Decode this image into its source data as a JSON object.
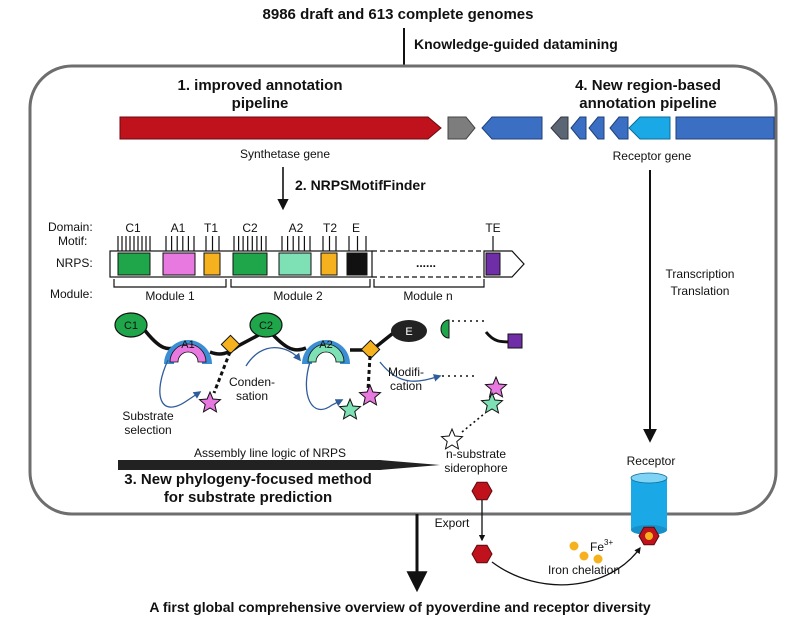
{
  "header": {
    "genomes": "8986 draft and 613 complete genomes",
    "datamining": "Knowledge-guided datamining"
  },
  "steps": {
    "s1_line1": "1. improved annotation",
    "s1_line2": "pipeline",
    "s2": "2. NRPSMotifFinder",
    "s3_line1": "3. New phylogeny-focused method",
    "s3_line2": "for substrate prediction",
    "s4_line1": "4. New region-based",
    "s4_line2": "annotation pipeline"
  },
  "genes": {
    "synthetase": "Synthetase gene",
    "receptor": "Receptor gene"
  },
  "nrps_rows": {
    "domain": "Domain:",
    "motif": "Motif:",
    "nrps": "NRPS:",
    "module": "Module:"
  },
  "domains": {
    "c1": "C1",
    "a1": "A1",
    "t1": "T1",
    "c2": "C2",
    "a2": "A2",
    "t2": "T2",
    "e": "E",
    "te": "TE",
    "dots": "......"
  },
  "modules": {
    "m1": "Module 1",
    "m2": "Module 2",
    "mn": "Module n"
  },
  "assembly": {
    "c1": "C1",
    "a1": "A1",
    "c2": "C2",
    "a2": "A2",
    "e": "E",
    "condensation_1": "Conden-",
    "condensation_2": "sation",
    "modification_1": "Modifi-",
    "modification_2": "cation",
    "substrate_1": "Substrate",
    "substrate_2": "selection",
    "logic": "Assembly line logic of NRPS",
    "siderophore_1": "n-substrate",
    "siderophore_2": "siderophore"
  },
  "right_side": {
    "transcription": "Transcription",
    "translation": "Translation",
    "receptor": "Receptor"
  },
  "bottom": {
    "export": "Export",
    "fe_base": "Fe",
    "fe_sup": "3+",
    "iron": "Iron chelation",
    "overview": "A first global comprehensive overview of pyoverdine and receptor diversity"
  },
  "colors": {
    "red_gene": "#c0121c",
    "blue_gene": "#3b6fc4",
    "light_blue_gene": "#1aa8e6",
    "grey_gene": "#7d7d7d",
    "c_domain_green": "#1fa64a",
    "a_domain_pink": "#e879e0",
    "t_domain_orange": "#f5b21e",
    "a2_domain_mint": "#7ee0b5",
    "e_domain_black": "#111111",
    "te_domain_purple": "#6f2da8",
    "siderophore_red": "#c0121c",
    "frame_grey": "#6e6e6e"
  }
}
